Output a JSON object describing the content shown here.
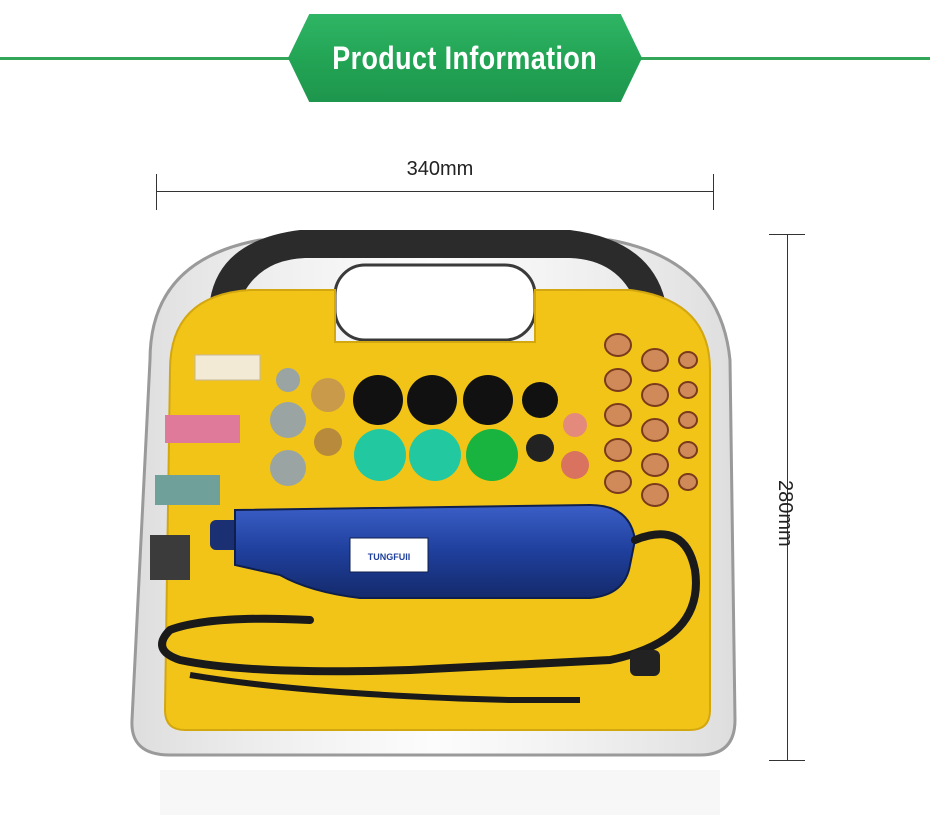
{
  "banner": {
    "title": "Product Information",
    "accent_color": "#22a354"
  },
  "dimensions": {
    "width_label": "340mm",
    "height_label": "280mm"
  },
  "product": {
    "brand_label": "TUNGFUII",
    "case_color": "#f2c418",
    "tool_color": "#1f3f9c"
  }
}
